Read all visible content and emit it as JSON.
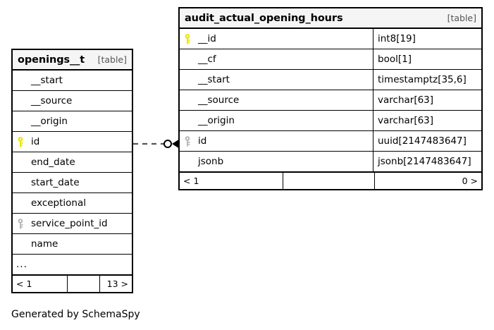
{
  "caption": "Generated by SchemaSpy",
  "tables": {
    "openings": {
      "name": "openings__t",
      "tag": "[table]",
      "columns": [
        {
          "key": "none",
          "name": "__start"
        },
        {
          "key": "none",
          "name": "__source"
        },
        {
          "key": "none",
          "name": "__origin"
        },
        {
          "key": "primary",
          "name": "id"
        },
        {
          "key": "none",
          "name": "end_date"
        },
        {
          "key": "none",
          "name": "start_date"
        },
        {
          "key": "none",
          "name": "exceptional"
        },
        {
          "key": "index",
          "name": "service_point_id"
        },
        {
          "key": "none",
          "name": "name"
        }
      ],
      "more_indicator": "...",
      "footer": {
        "left": "< 1",
        "middle": "",
        "right": "13 >"
      }
    },
    "audit": {
      "name": "audit_actual_opening_hours",
      "tag": "[table]",
      "columns": [
        {
          "key": "primary",
          "name": "__id",
          "type": "int8[19]"
        },
        {
          "key": "none",
          "name": "__cf",
          "type": "bool[1]"
        },
        {
          "key": "none",
          "name": "__start",
          "type": "timestamptz[35,6]"
        },
        {
          "key": "none",
          "name": "__source",
          "type": "varchar[63]"
        },
        {
          "key": "none",
          "name": "__origin",
          "type": "varchar[63]"
        },
        {
          "key": "index",
          "name": "id",
          "type": "uuid[2147483647]"
        },
        {
          "key": "none",
          "name": "jsonb",
          "type": "jsonb[2147483647]"
        }
      ],
      "footer": {
        "left": "< 1",
        "middle": "",
        "right": "0 >"
      }
    }
  },
  "relationship": {
    "from_table": "openings__t",
    "from_column": "id",
    "to_table": "audit_actual_opening_hours",
    "to_column": "id",
    "line_style": "dashed",
    "source_cardinality": "zero-or-one",
    "target_cardinality": "many"
  },
  "colors": {
    "primary_key": "#e8e800",
    "index_key": "#bbbbbb",
    "border": "#000000",
    "header_background": "#f5f5f5",
    "page_background": "#ffffff",
    "tag_text": "#555555"
  }
}
